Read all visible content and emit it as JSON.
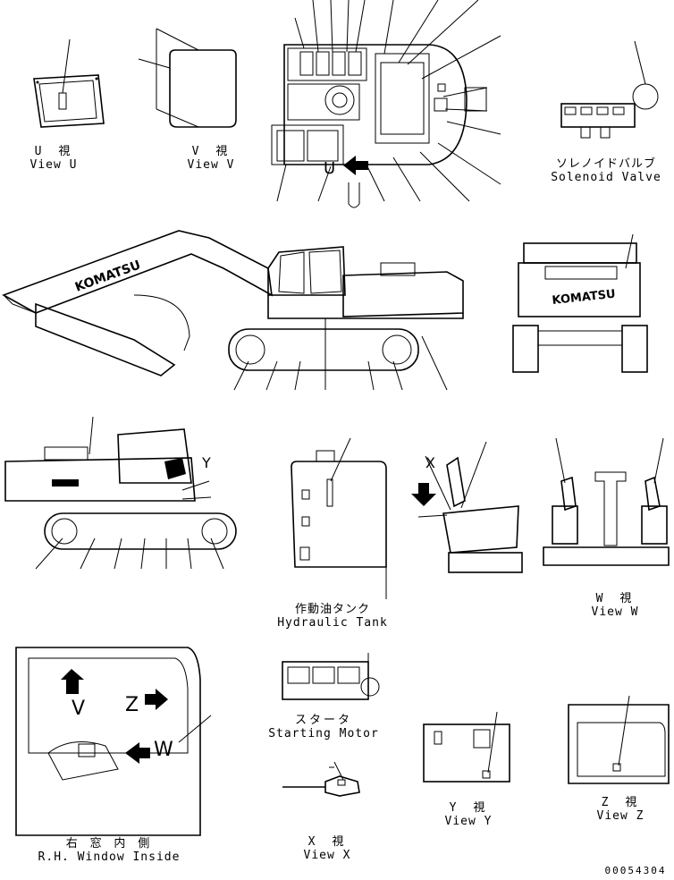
{
  "views": {
    "u": {
      "jp": "U　視",
      "en": "View U"
    },
    "v": {
      "jp": "V　視",
      "en": "View V"
    },
    "w": {
      "jp": "W　視",
      "en": "View W"
    },
    "x": {
      "jp": "X　視",
      "en": "View X"
    },
    "y": {
      "jp": "Y　視",
      "en": "View Y"
    },
    "z": {
      "jp": "Z　視",
      "en": "View Z"
    }
  },
  "components": {
    "solenoid_valve": {
      "jp": "ソレノイドバルブ",
      "en": "Solenoid Valve"
    },
    "hydraulic_tank": {
      "jp": "作動油タンク",
      "en": "Hydraulic Tank"
    },
    "starting_motor": {
      "jp": "スタータ",
      "en": "Starting Motor"
    },
    "rh_window": {
      "jp": "右 窓 内 側",
      "en": "R.H. Window Inside"
    }
  },
  "view_tags": {
    "u": "U",
    "v": "V",
    "w": "W",
    "x": "X",
    "y": "Y",
    "z": "Z"
  },
  "brand": "KOMATSU",
  "drawing_number": "00054304"
}
